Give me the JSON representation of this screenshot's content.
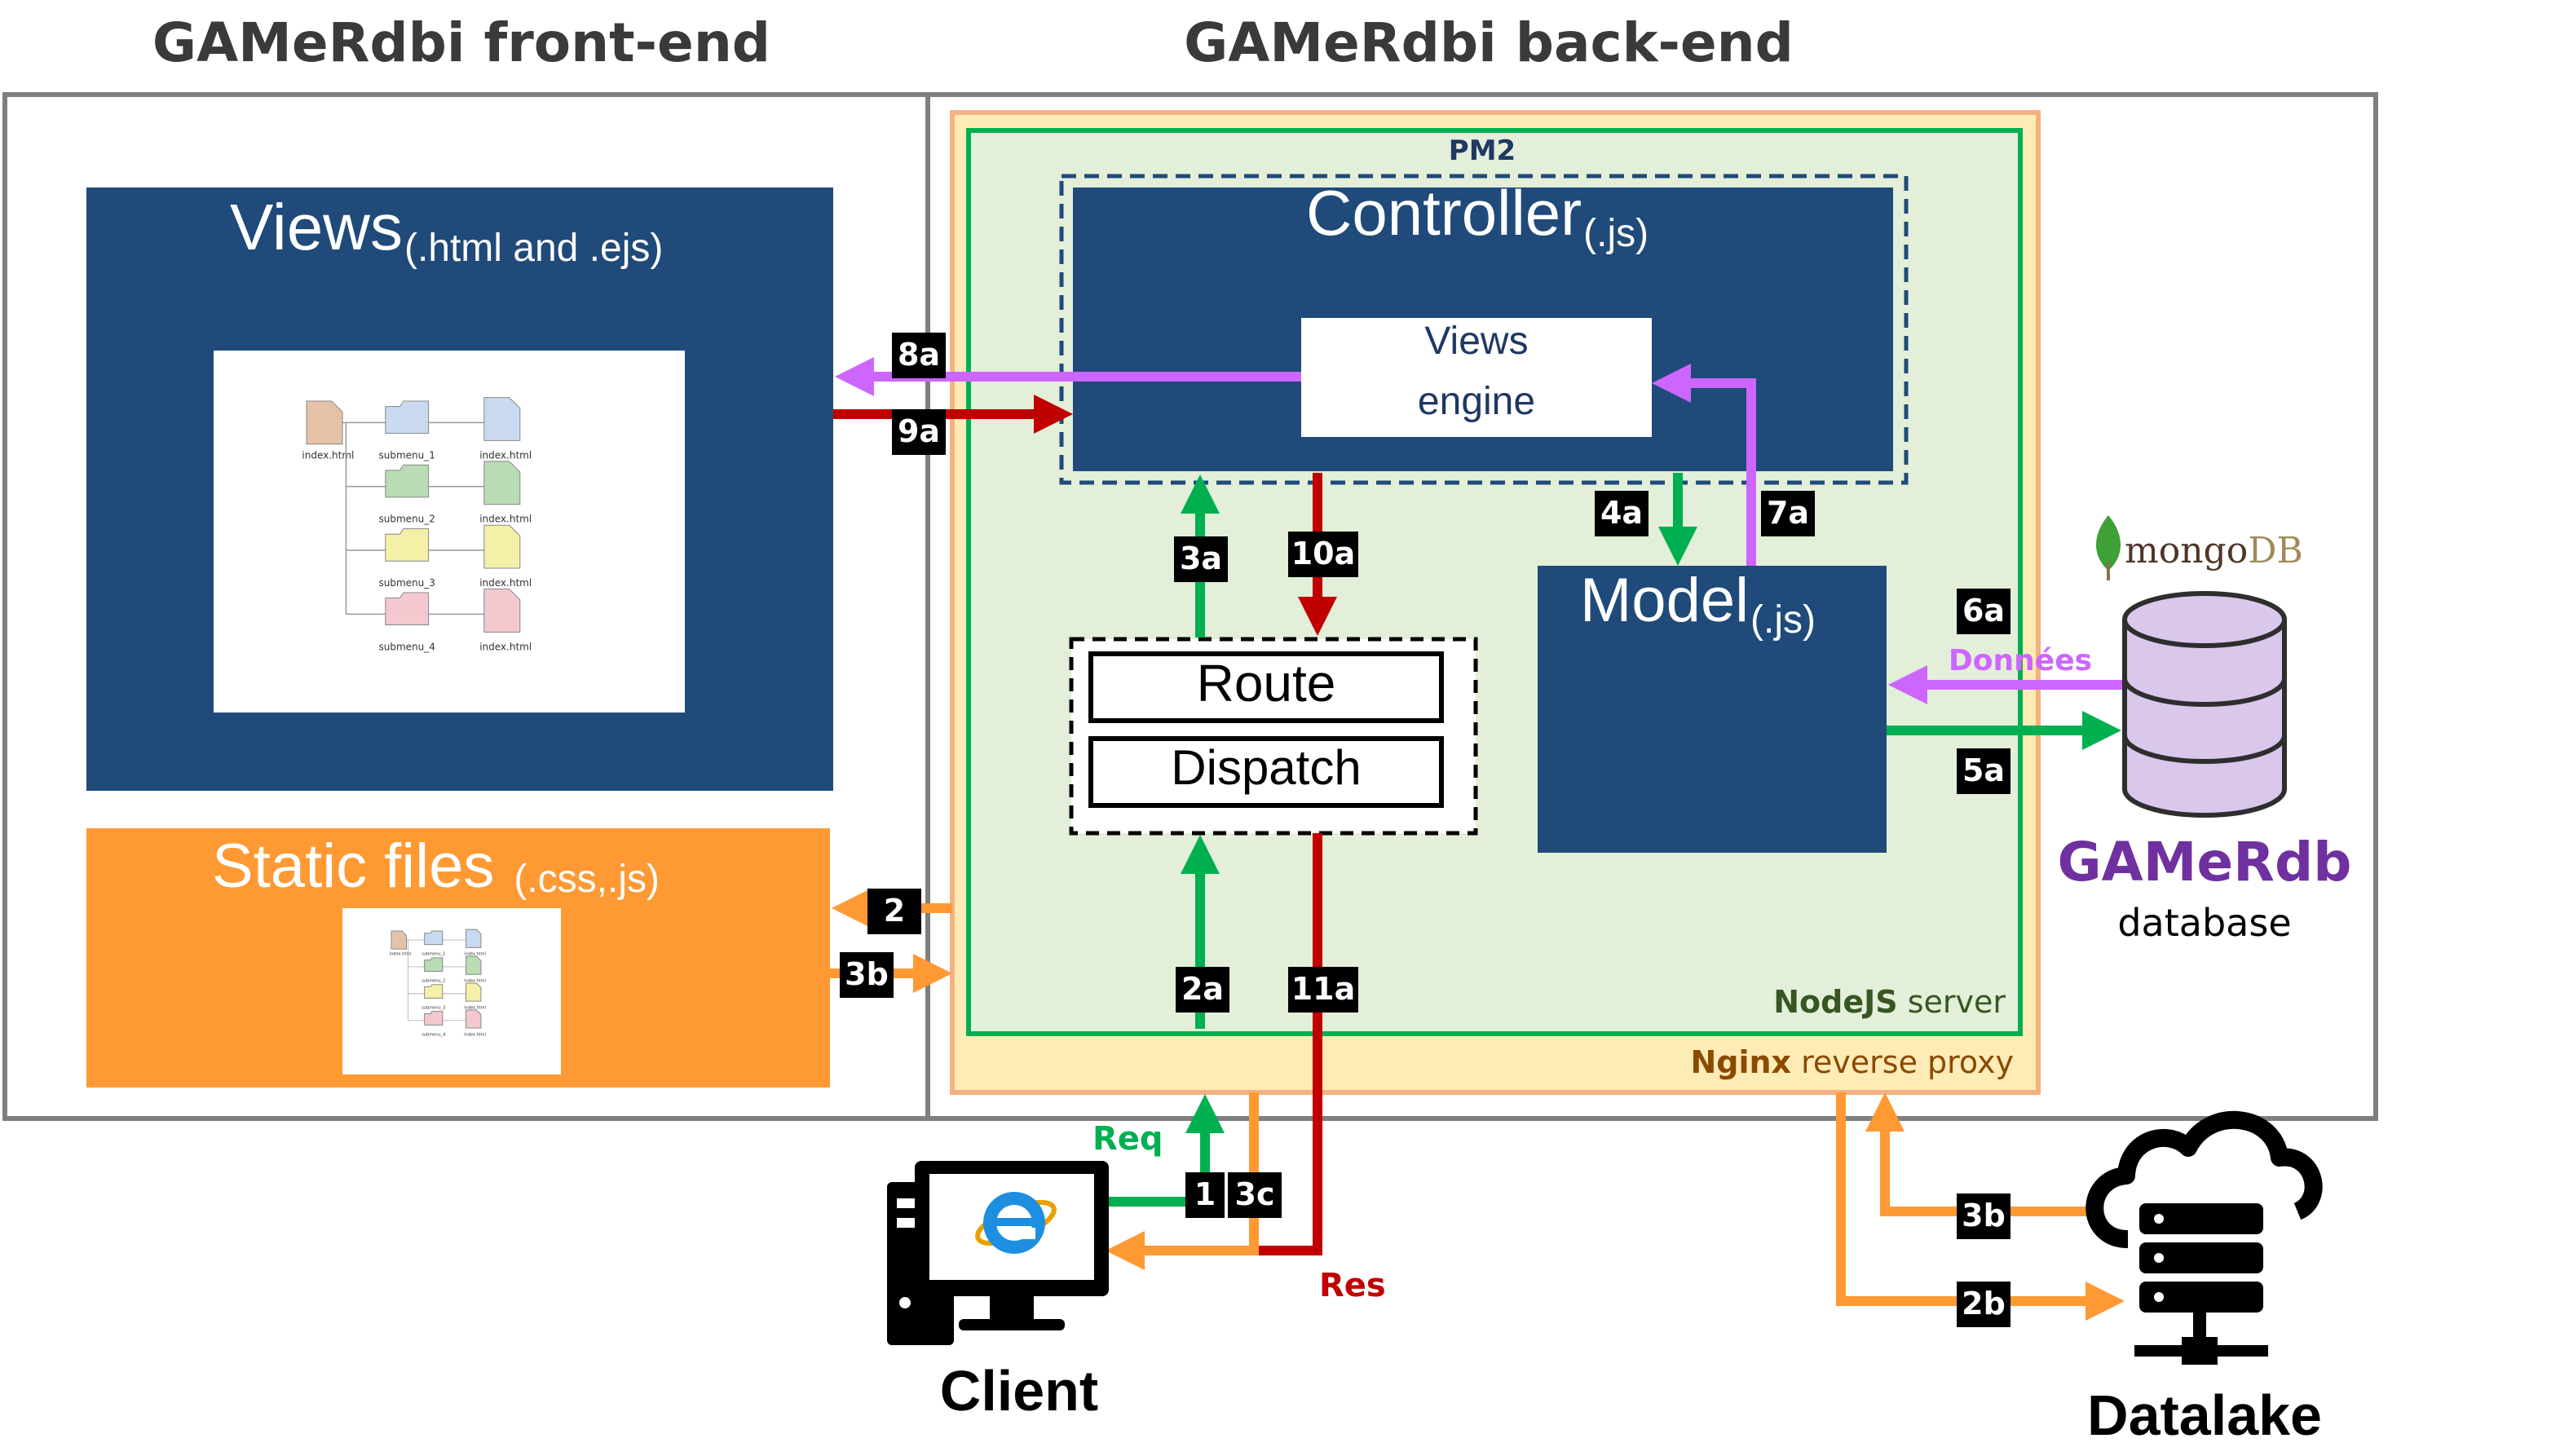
{
  "titles": {
    "frontend": "GAMeRdbi front-end",
    "backend": "GAMeRdbi back-end"
  },
  "views": {
    "title": "Views",
    "subtitle": "(.html and .ejs)",
    "tree": {
      "root_label": "index.html",
      "rows": [
        {
          "folder": "submenu_1",
          "file": "index.html"
        },
        {
          "folder": "submenu_2",
          "file": "index.html"
        },
        {
          "folder": "submenu_3",
          "file": "index.html"
        },
        {
          "folder": "submenu_4",
          "file": "index.html"
        }
      ]
    }
  },
  "static_files": {
    "title": "Static files",
    "subtitle": "(.css,.js)"
  },
  "pm2": "PM2",
  "controller": {
    "title": "Controller",
    "subtitle": "(.js)",
    "engine_line1": "Views",
    "engine_line2": "engine"
  },
  "route": "Route",
  "dispatch": "Dispatch",
  "model": {
    "title": "Model",
    "subtitle": "(.js)"
  },
  "nodejs": {
    "bold": "NodeJS",
    "rest": " server"
  },
  "nginx": {
    "bold": "Nginx",
    "rest": " reverse proxy"
  },
  "mongodb": {
    "word1": "mongo",
    "word2": "DB"
  },
  "gamerdb": {
    "name": "GAMeRdb",
    "sub": "database"
  },
  "donnees": "Données",
  "client": "Client",
  "datalake": "Datalake",
  "req": "Req",
  "res": "Res",
  "steps": {
    "s8a": "8a",
    "s9a": "9a",
    "s3a": "3a",
    "s10a": "10a",
    "s4a": "4a",
    "s7a": "7a",
    "s6a": "6a",
    "s5a": "5a",
    "s2": "2",
    "s3b_left": "3b",
    "s2a": "2a",
    "s11a": "11a",
    "s1": "1",
    "s3c": "3c",
    "s3b_right": "3b",
    "s2b": "2b"
  },
  "colors": {
    "navy": "#1f4a7a",
    "orange": "#ff9933",
    "green": "#00b050",
    "red": "#c00000",
    "violet": "#cc66ff",
    "purple_text": "#7030a0",
    "nginx_fill": "#ffebb5",
    "node_fill": "#e3efd9"
  }
}
